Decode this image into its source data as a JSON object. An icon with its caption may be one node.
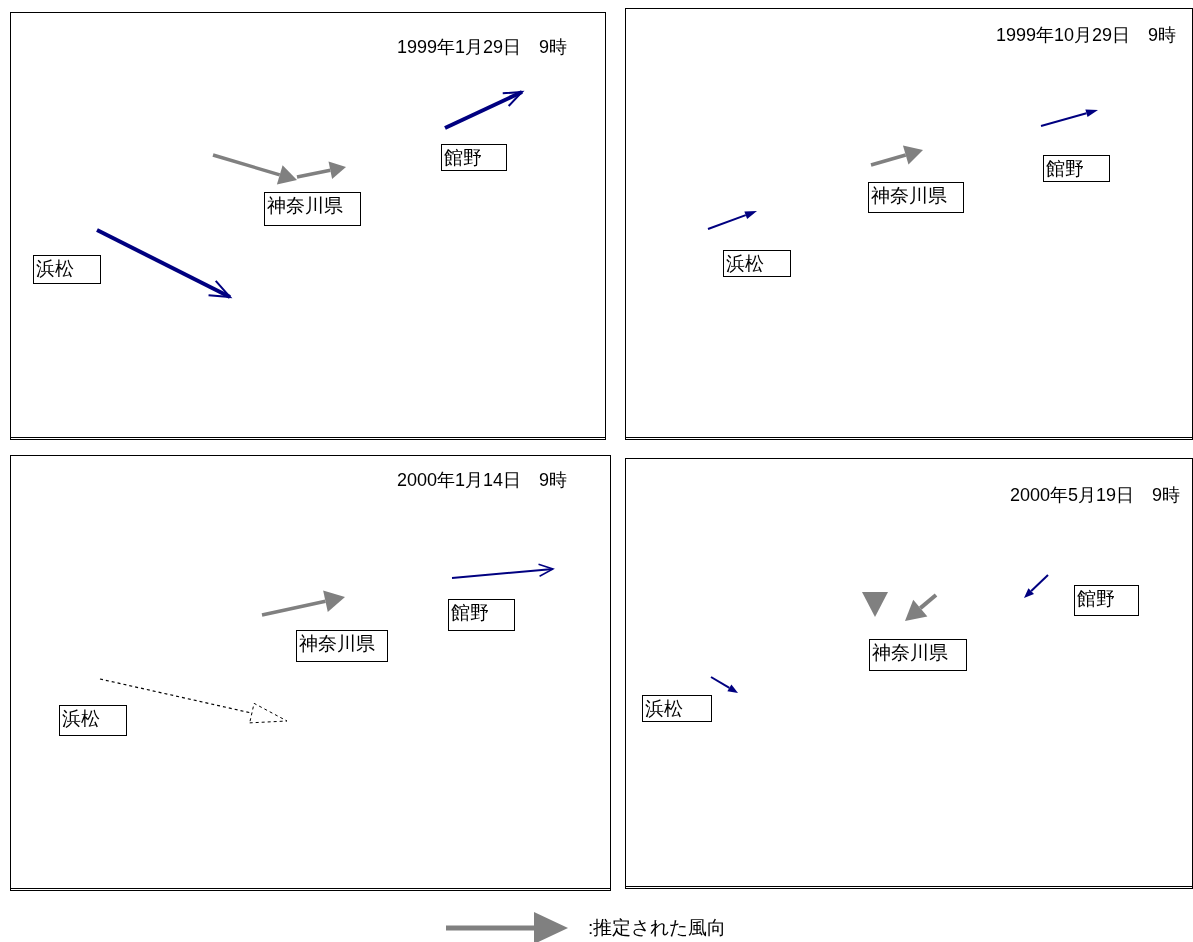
{
  "diagram": {
    "nodes": [
      {
        "text": [
          "1999年1月29日　9時"
        ]
      },
      {
        "text": [
          "館野"
        ],
        "in": 0
      },
      {
        "text": [
          "神奈川県"
        ],
        "in": 0
      },
      {
        "text": [
          "浜松"
        ],
        "in": 0
      },
      {
        "text": [
          "1999年10月29日　9時"
        ]
      },
      {
        "text": [
          "館野"
        ],
        "in": 4
      },
      {
        "text": [
          "神奈川県"
        ],
        "in": 4
      },
      {
        "text": [
          "浜松"
        ],
        "in": 4
      },
      {
        "text": [
          "2000年1月14日　9時"
        ]
      },
      {
        "text": [
          "館野"
        ],
        "in": 8
      },
      {
        "text": [
          "神奈川県"
        ],
        "in": 8
      },
      {
        "text": [
          "浜松"
        ],
        "in": 8
      },
      {
        "text": [
          "2000年5月19日　9時"
        ]
      },
      {
        "text": [
          "館野"
        ],
        "in": 12
      },
      {
        "text": [
          "神奈川県"
        ],
        "in": 12
      },
      {
        "text": [
          "浜松"
        ],
        "in": 12
      }
    ],
    "legend": [
      {
        "text": ":推定された風向"
      }
    ]
  }
}
